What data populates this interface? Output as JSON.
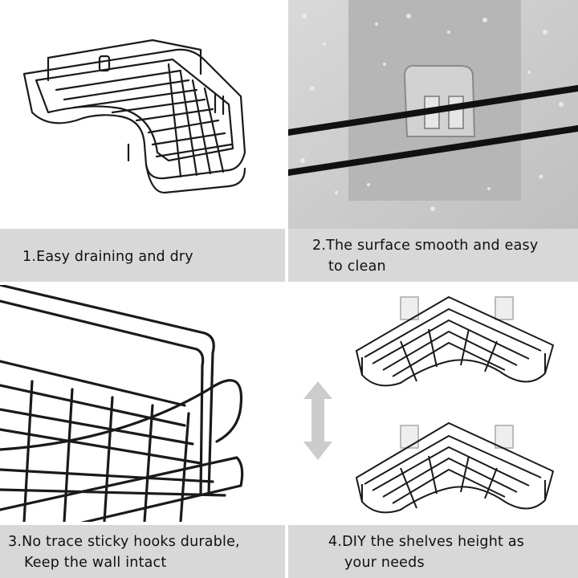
{
  "panels": [
    {
      "caption_lines": [
        "1.Easy draining and dry"
      ]
    },
    {
      "caption_lines": [
        "2.The surface smooth and easy",
        "to clean"
      ]
    },
    {
      "caption_lines": [
        "3.No trace sticky hooks durable,",
        "Keep the wall intact"
      ]
    },
    {
      "caption_lines": [
        "4.DIY the shelves height as",
        "your needs"
      ]
    }
  ],
  "colors": {
    "caption_bg": "#d8d8d8",
    "wire": "#1a1a1a",
    "glass": "#c9c9c9",
    "arrow": "#cccccc"
  },
  "icons": [
    "corner-shelf-icon",
    "suction-hook-icon",
    "wire-rail-icon",
    "double-arrow-icon"
  ]
}
